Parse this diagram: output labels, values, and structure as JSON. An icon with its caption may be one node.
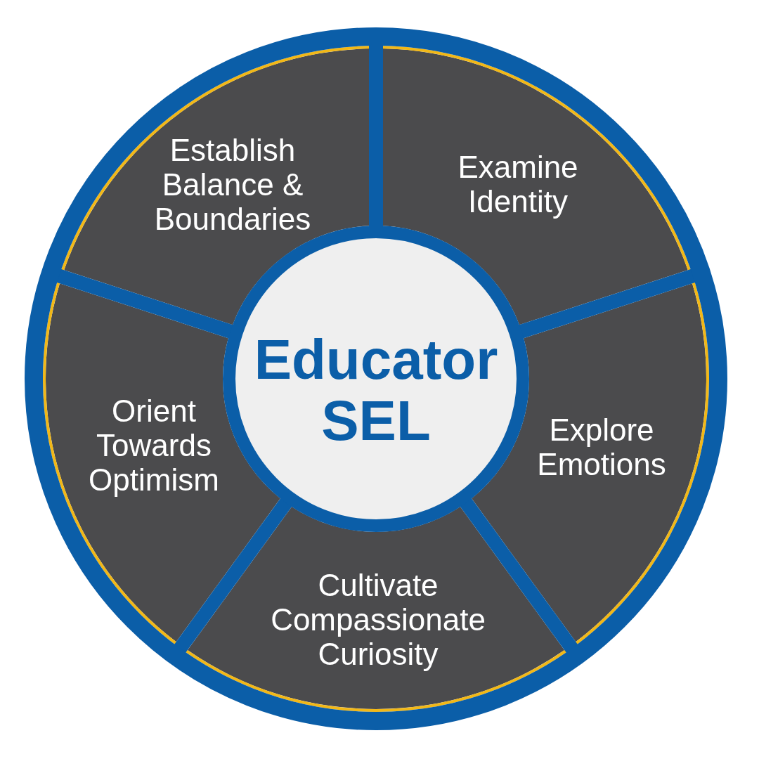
{
  "diagram": {
    "nodes": [
      {
        "text": [
          "Educator SEL"
        ]
      },
      {
        "text": [
          "Establish Balance & Boundaries"
        ]
      },
      {
        "text": [
          "Examine Identity"
        ]
      },
      {
        "text": [
          "Explore Emotions"
        ]
      },
      {
        "text": [
          "Cultivate Compassionate Curiosity"
        ]
      },
      {
        "text": [
          "Orient Towards Optimism"
        ]
      }
    ]
  }
}
